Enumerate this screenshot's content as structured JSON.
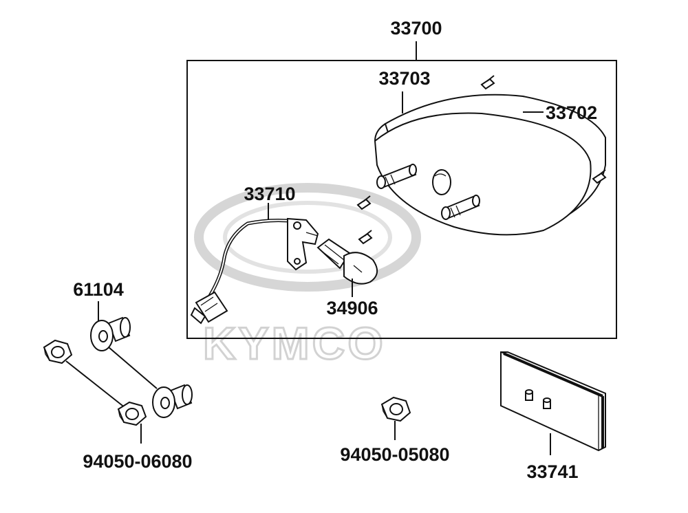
{
  "watermark": {
    "brand": "KYMCO"
  },
  "labels": {
    "assembly": "33700",
    "housing": "33703",
    "lens": "33702",
    "socket_wire": "33710",
    "bulb": "34906",
    "collar": "61104",
    "nut_left": "94050-06080",
    "nut_center": "94050-05080",
    "plate": "33741"
  }
}
